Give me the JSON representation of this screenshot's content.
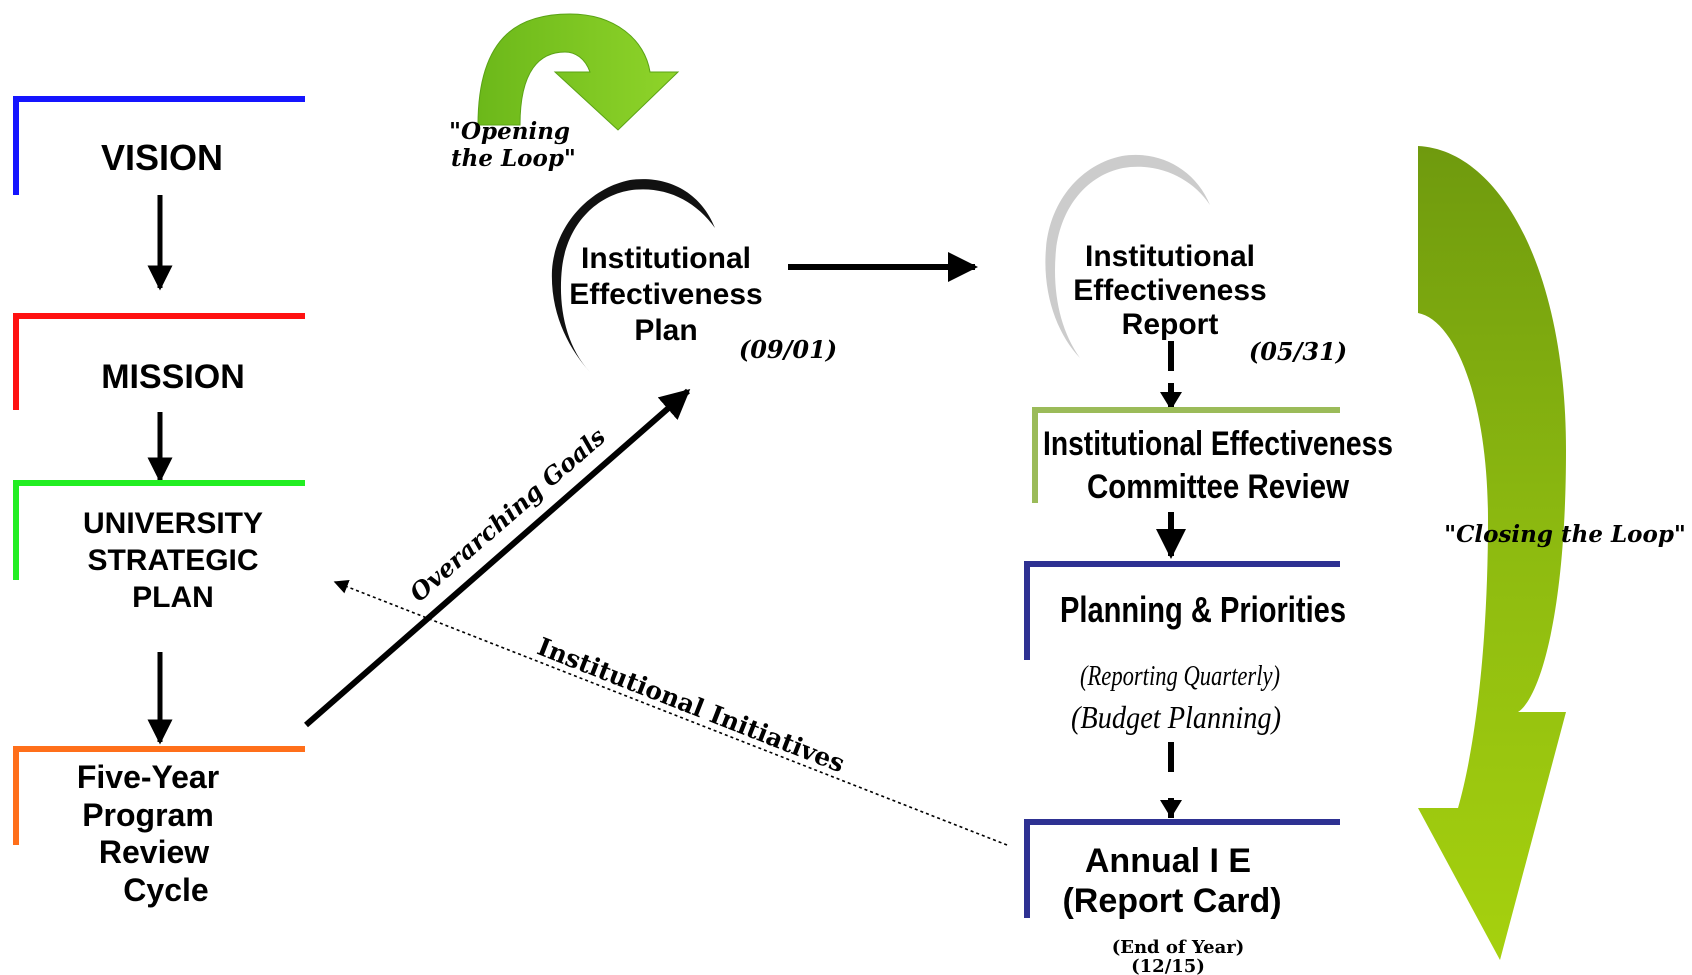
{
  "left_column": {
    "vision": {
      "label": "VISION",
      "color": "#1515ff"
    },
    "mission": {
      "label": "MISSION",
      "color": "#ff1111"
    },
    "strategic_plan": {
      "lines": [
        "UNIVERSITY",
        "STRATEGIC",
        "PLAN"
      ],
      "color": "#22ee22"
    },
    "program_review": {
      "lines": [
        "Five-Year",
        "Program",
        "Review",
        "Cycle"
      ],
      "color": "#ff6f1a"
    }
  },
  "opening_loop": {
    "lines": [
      "\"Opening",
      "the Loop\""
    ],
    "color": "#7fc41e"
  },
  "ie_plan": {
    "lines": [
      "Institutional",
      "Effectiveness",
      "Plan"
    ],
    "date": "(09/01)"
  },
  "ie_report": {
    "lines": [
      "Institutional",
      "Effectiveness",
      "Report"
    ],
    "date": "(05/31)"
  },
  "committee_review": {
    "lines": [
      "Institutional Effectiveness",
      "Committee Review"
    ],
    "color": "#9bbb59"
  },
  "planning_priorities": {
    "title": "Planning & Priorities",
    "sub1": "(Reporting Quarterly)",
    "sub2": "(Budget Planning)",
    "color": "#2e3192"
  },
  "annual_ie": {
    "lines": [
      "Annual I E",
      "(Report Card)"
    ],
    "sub": [
      "(End of Year)",
      "(12/15)"
    ],
    "color": "#2e3192"
  },
  "connectors": {
    "overarching_goals": "Overarching Goals",
    "institutional_initiatives": "Institutional Initiatives"
  },
  "closing_loop": {
    "label": "\"Closing the Loop\"",
    "colors": [
      "#6f9a0e",
      "#a6d10e"
    ]
  }
}
